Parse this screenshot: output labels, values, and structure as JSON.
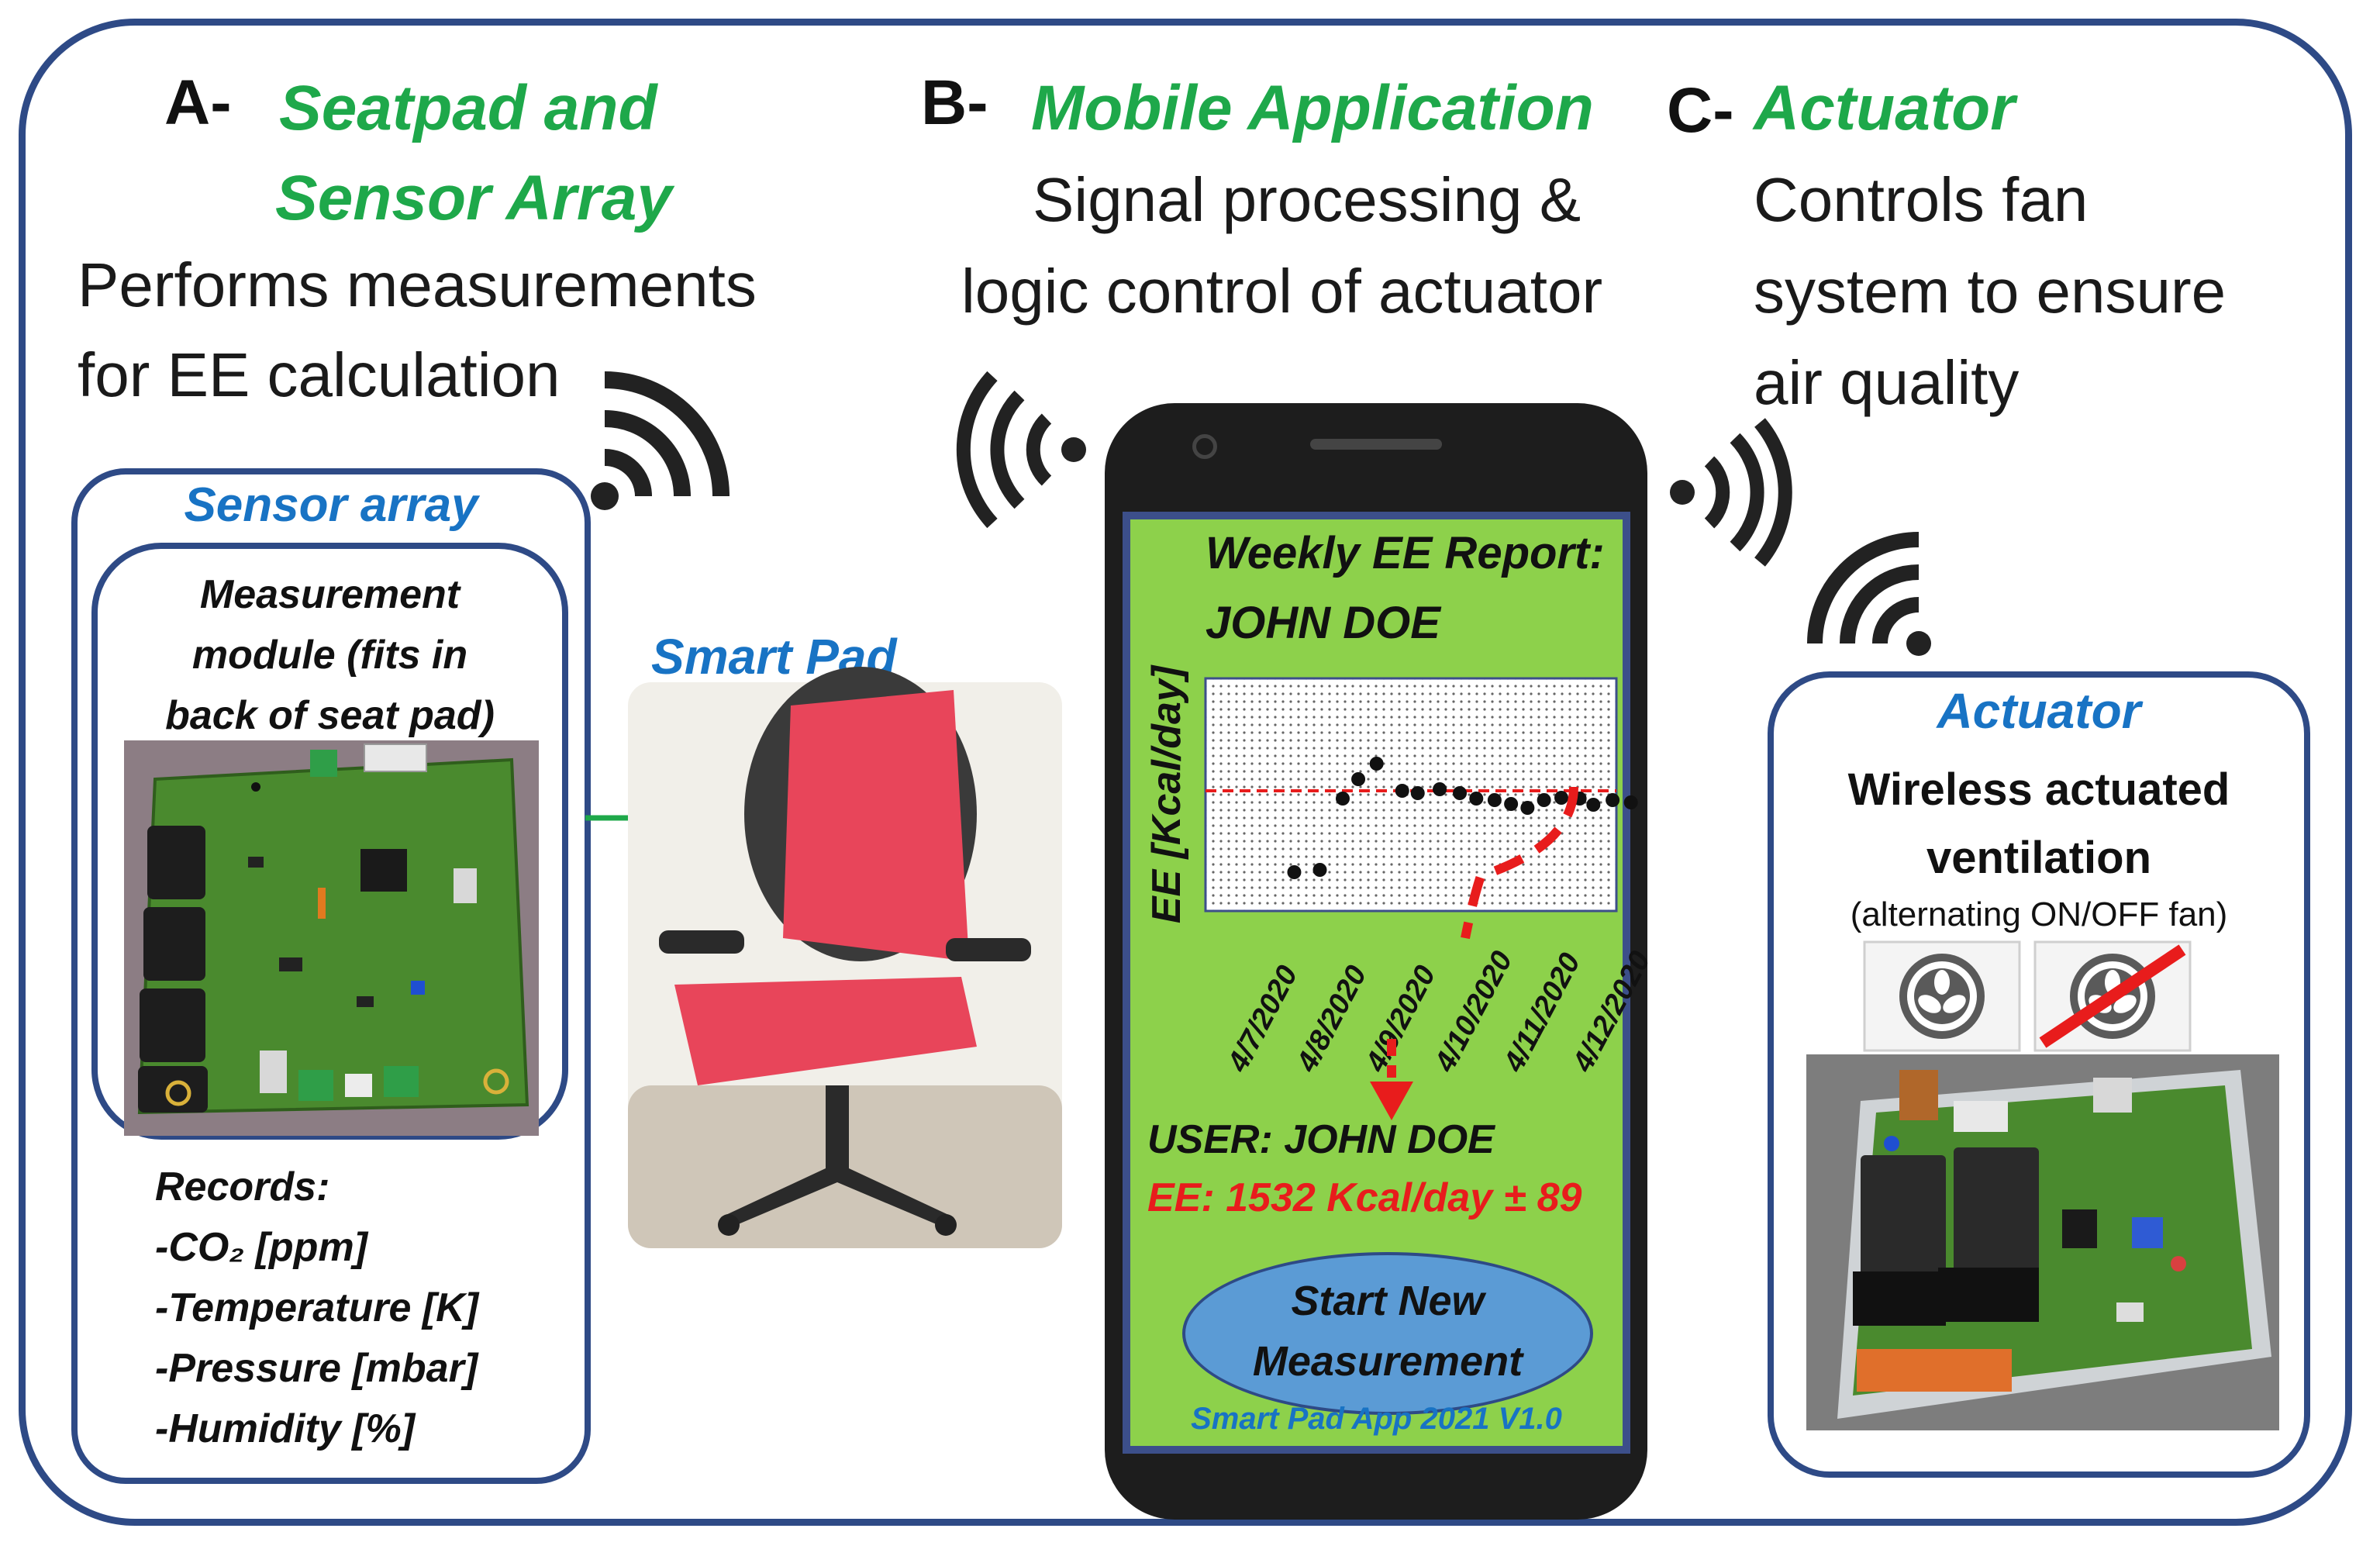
{
  "sections": {
    "a": {
      "letter": "A-",
      "title_line1": "Seatpad and",
      "title_line2": "Sensor Array",
      "desc_line1": "Performs measurements",
      "desc_line2": "for EE calculation"
    },
    "b": {
      "letter": "B-",
      "title": "Mobile Application",
      "desc_line1": "Signal processing &",
      "desc_line2": "logic control of actuator"
    },
    "c": {
      "letter": "C-",
      "title": "Actuator",
      "desc_line1": "Controls fan",
      "desc_line2": "system to ensure",
      "desc_line3": "air quality"
    }
  },
  "sensor_box": {
    "title": "Sensor array",
    "module_line1": "Measurement",
    "module_line2": "module  (fits in",
    "module_line3": "back of seat  pad)",
    "records_title": "Records:",
    "records": [
      "-CO₂ [ppm]",
      "-Temperature  [K]",
      "-Pressure  [mbar]",
      "-Humidity  [%]"
    ]
  },
  "smart_pad": {
    "label": "Smart Pad"
  },
  "phone": {
    "report_title": "Weekly EE Report:",
    "report_user": "JOHN DOE",
    "ylabel": "EE [Kcal/day]",
    "dates": [
      "4/7/2020",
      "4/8/2020",
      "4/9/2020",
      "4/10/2020",
      "4/11/2020",
      "4/12/2020"
    ],
    "user_line": "USER: JOHN DOE",
    "ee_line": "EE: 1532 Kcal/day ± 89",
    "button_line1": "Start New",
    "button_line2": "Measurement",
    "footer": "Smart Pad App 2021 V1.0"
  },
  "actuator_box": {
    "title": "Actuator",
    "line1": "Wireless actuated",
    "line2": "ventilation",
    "note": "(alternating ON/OFF fan)"
  },
  "colors": {
    "frame": "#2e4a86",
    "green_title": "#1ea84a",
    "blue_title": "#1873c4",
    "screen": "#8dd14b",
    "ee_red": "#e81c1c",
    "button": "#5b9bd5"
  },
  "icons": [
    "wifi-icon",
    "fan-on-icon",
    "fan-off-icon",
    "arrow-icon"
  ]
}
